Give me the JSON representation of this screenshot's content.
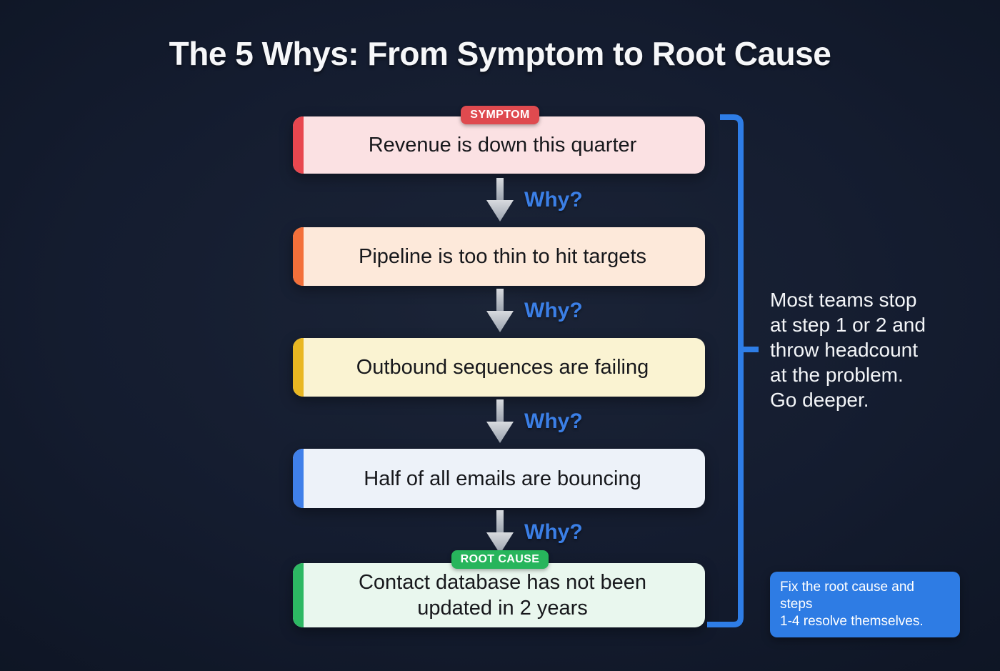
{
  "title": "The 5 Whys: From Symptom to Root Cause",
  "flow": {
    "why_label": "Why?",
    "why_color": "#3b7fe6",
    "arrow_color_top": "#d8dbdf",
    "arrow_color_bottom": "#99a1ad",
    "steps": [
      {
        "text": "Revenue is down this quarter",
        "badge": "SYMPTOM",
        "badge_bg": "#df4a4f",
        "bg": "#fbe1e3",
        "strip": "#e8474f"
      },
      {
        "text": "Pipeline is too thin to hit targets",
        "bg": "#fde9da",
        "strip": "#f3703a"
      },
      {
        "text": "Outbound sequences are failing",
        "bg": "#faf3d2",
        "strip": "#e9b722"
      },
      {
        "text": "Half of all emails are bouncing",
        "bg": "#edf2f9",
        "strip": "#4080ea"
      },
      {
        "text": "Contact database has not been updated in 2 years",
        "badge": "ROOT CAUSE",
        "badge_bg": "#27b55c",
        "bg": "#e9f7ee",
        "strip": "#2db863"
      }
    ]
  },
  "annotations": {
    "side_note": "Most teams stop\nat step 1 or 2 and\nthrow headcount\nat the problem.\nGo deeper.",
    "bracket_color": "#2e7de6",
    "callout": "Fix the root cause and steps\n1-4 resolve themselves.",
    "callout_bg": "#2e7ce4"
  }
}
